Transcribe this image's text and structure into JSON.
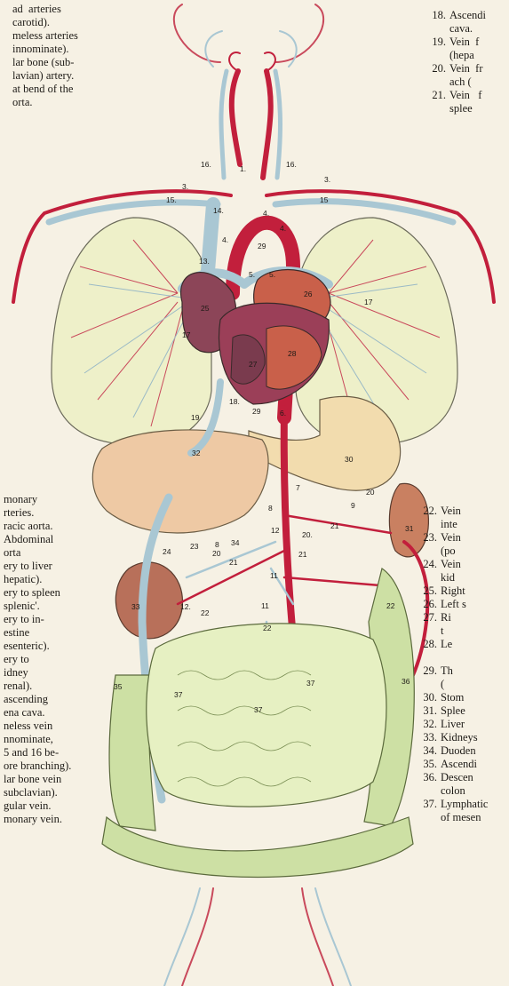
{
  "legend_top_left": [
    "ad  arteries",
    "carotid).",
    "meless arteries",
    "innominate).",
    "lar bone (sub-",
    "lavian) artery.",
    "at bend of the",
    "orta."
  ],
  "legend_top_right": [
    {
      "num": "18.",
      "lines": [
        "Ascendi",
        "cava."
      ]
    },
    {
      "num": "19.",
      "lines": [
        "Vein  f",
        "(hepa"
      ]
    },
    {
      "num": "20.",
      "lines": [
        "Vein  fr",
        "ach ("
      ]
    },
    {
      "num": "21.",
      "lines": [
        "Vein   f",
        "splee"
      ]
    }
  ],
  "legend_mid_left": [
    "monary",
    "rteries.",
    "racic aorta.",
    "Abdominal",
    "orta",
    "ery to liver",
    "hepatic).",
    "ery to spleen",
    "splenic'.",
    "ery to in-",
    "estine",
    "esenteric).",
    "ery to",
    "idney",
    "renal).",
    "ascending",
    "ena cava.",
    "neless vein",
    "nnominate,",
    "5 and 16 be-",
    "ore branching).",
    "lar bone vein",
    "subclavian).",
    "gular vein.",
    "monary vein."
  ],
  "legend_right": [
    {
      "num": "22.",
      "lines": [
        "Vein",
        "inte"
      ]
    },
    {
      "num": "23.",
      "lines": [
        "Vein",
        "(po"
      ]
    },
    {
      "num": "24.",
      "lines": [
        "Vein",
        "kid"
      ]
    },
    {
      "num": "25.",
      "lines": [
        "Right"
      ]
    },
    {
      "num": "26.",
      "lines": [
        "Left s"
      ]
    },
    {
      "num": "27.",
      "lines": [
        "Ri",
        "t"
      ]
    },
    {
      "num": "28.",
      "lines": [
        "Le",
        ""
      ]
    },
    {
      "num": "29.",
      "lines": [
        "Th",
        "("
      ]
    },
    {
      "num": "30.",
      "lines": [
        "Stom"
      ]
    },
    {
      "num": "31.",
      "lines": [
        "Splee"
      ]
    },
    {
      "num": "32.",
      "lines": [
        "Liver"
      ]
    },
    {
      "num": "33.",
      "lines": [
        "Kidneys"
      ]
    },
    {
      "num": "34.",
      "lines": [
        "Duoden"
      ]
    },
    {
      "num": "35.",
      "lines": [
        "Ascendi"
      ]
    },
    {
      "num": "36.",
      "lines": [
        "Descen",
        "colon"
      ]
    },
    {
      "num": "37.",
      "lines": [
        "Lymphatic",
        "of mesen"
      ]
    }
  ],
  "figure_labels": {
    "l1": "1.",
    "l3a": "3.",
    "l3b": "3.",
    "l4a": "4.",
    "l4b": "4.",
    "l4c": "4.",
    "l5a": "5.",
    "l5b": "5.",
    "l6": "6.",
    "l7": "7",
    "l8a": "8",
    "l8b": "8",
    "l9": "9",
    "l11a": "11",
    "l11b": "11",
    "l12a": "12",
    "l12b": "12.",
    "l13": "13.",
    "l14": "14.",
    "l15a": "15.",
    "l15b": "15",
    "l16a": "16.",
    "l16b": "16.",
    "l17a": "17",
    "l17b": "17",
    "l18": "18.",
    "l19": "19",
    "l20a": "20",
    "l20b": "20.",
    "l20c": "20",
    "l21a": "21",
    "l21b": "21",
    "l21c": "21",
    "l22a": "22",
    "l22b": "22",
    "l22c": "22",
    "l23": "23",
    "l24": "24",
    "l25": "25",
    "l26": "26",
    "l27": "27",
    "l28": "28",
    "l29a": "29",
    "l29b": "29",
    "l30": "30",
    "l31": "31",
    "l32": "32",
    "l33": "33",
    "l34": "34",
    "l35": "35",
    "l36": "36",
    "l37a": "37",
    "l37b": "37",
    "l37c": "37"
  }
}
